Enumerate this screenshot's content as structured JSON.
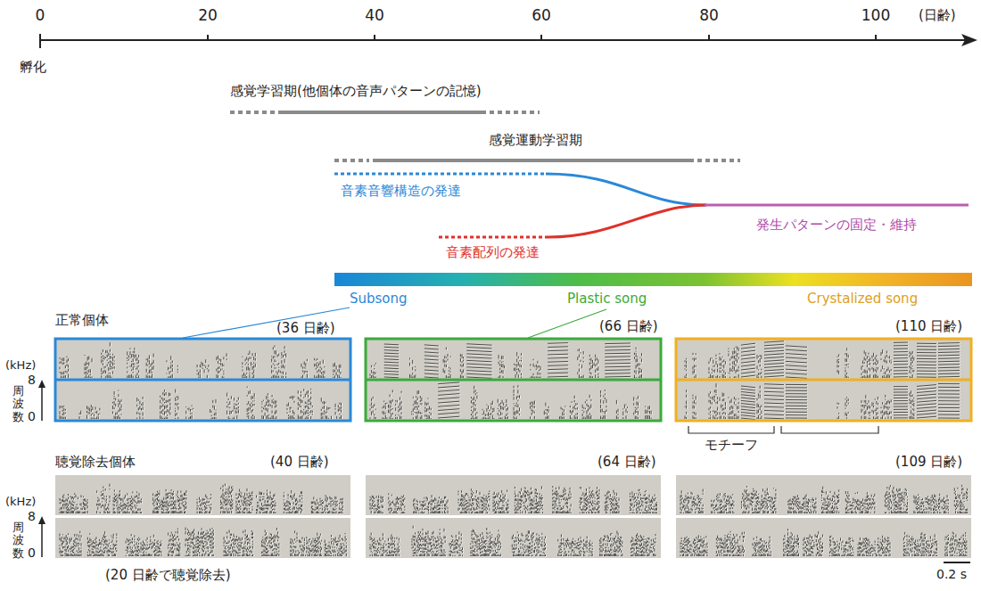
{
  "diagram": {
    "labels": [
      "0",
      "20",
      "40",
      "60",
      "80",
      "100",
      "(日齢)",
      "孵化",
      "感覚学習期(他個体の音声パターンの記憶)",
      "感覚運動学習期",
      "音素音響構造の発達",
      "音素配列の発達",
      "発生パターンの固定・維持",
      "Subsong",
      "Plastic song",
      "Crystalized song",
      "正常個体",
      "(36 日齢)",
      "(66 日齢)",
      "(110 日齢)",
      "(kHz)",
      "8",
      "周波数",
      "0",
      "モチーフ",
      "聴覚除去個体",
      "(40 日齢)",
      "(64 日齢)",
      "(109 日齢)",
      "(kHz)",
      "8",
      "周波数",
      "0",
      "(20 日齢で聴覚除去)",
      "0.2 s"
    ]
  }
}
